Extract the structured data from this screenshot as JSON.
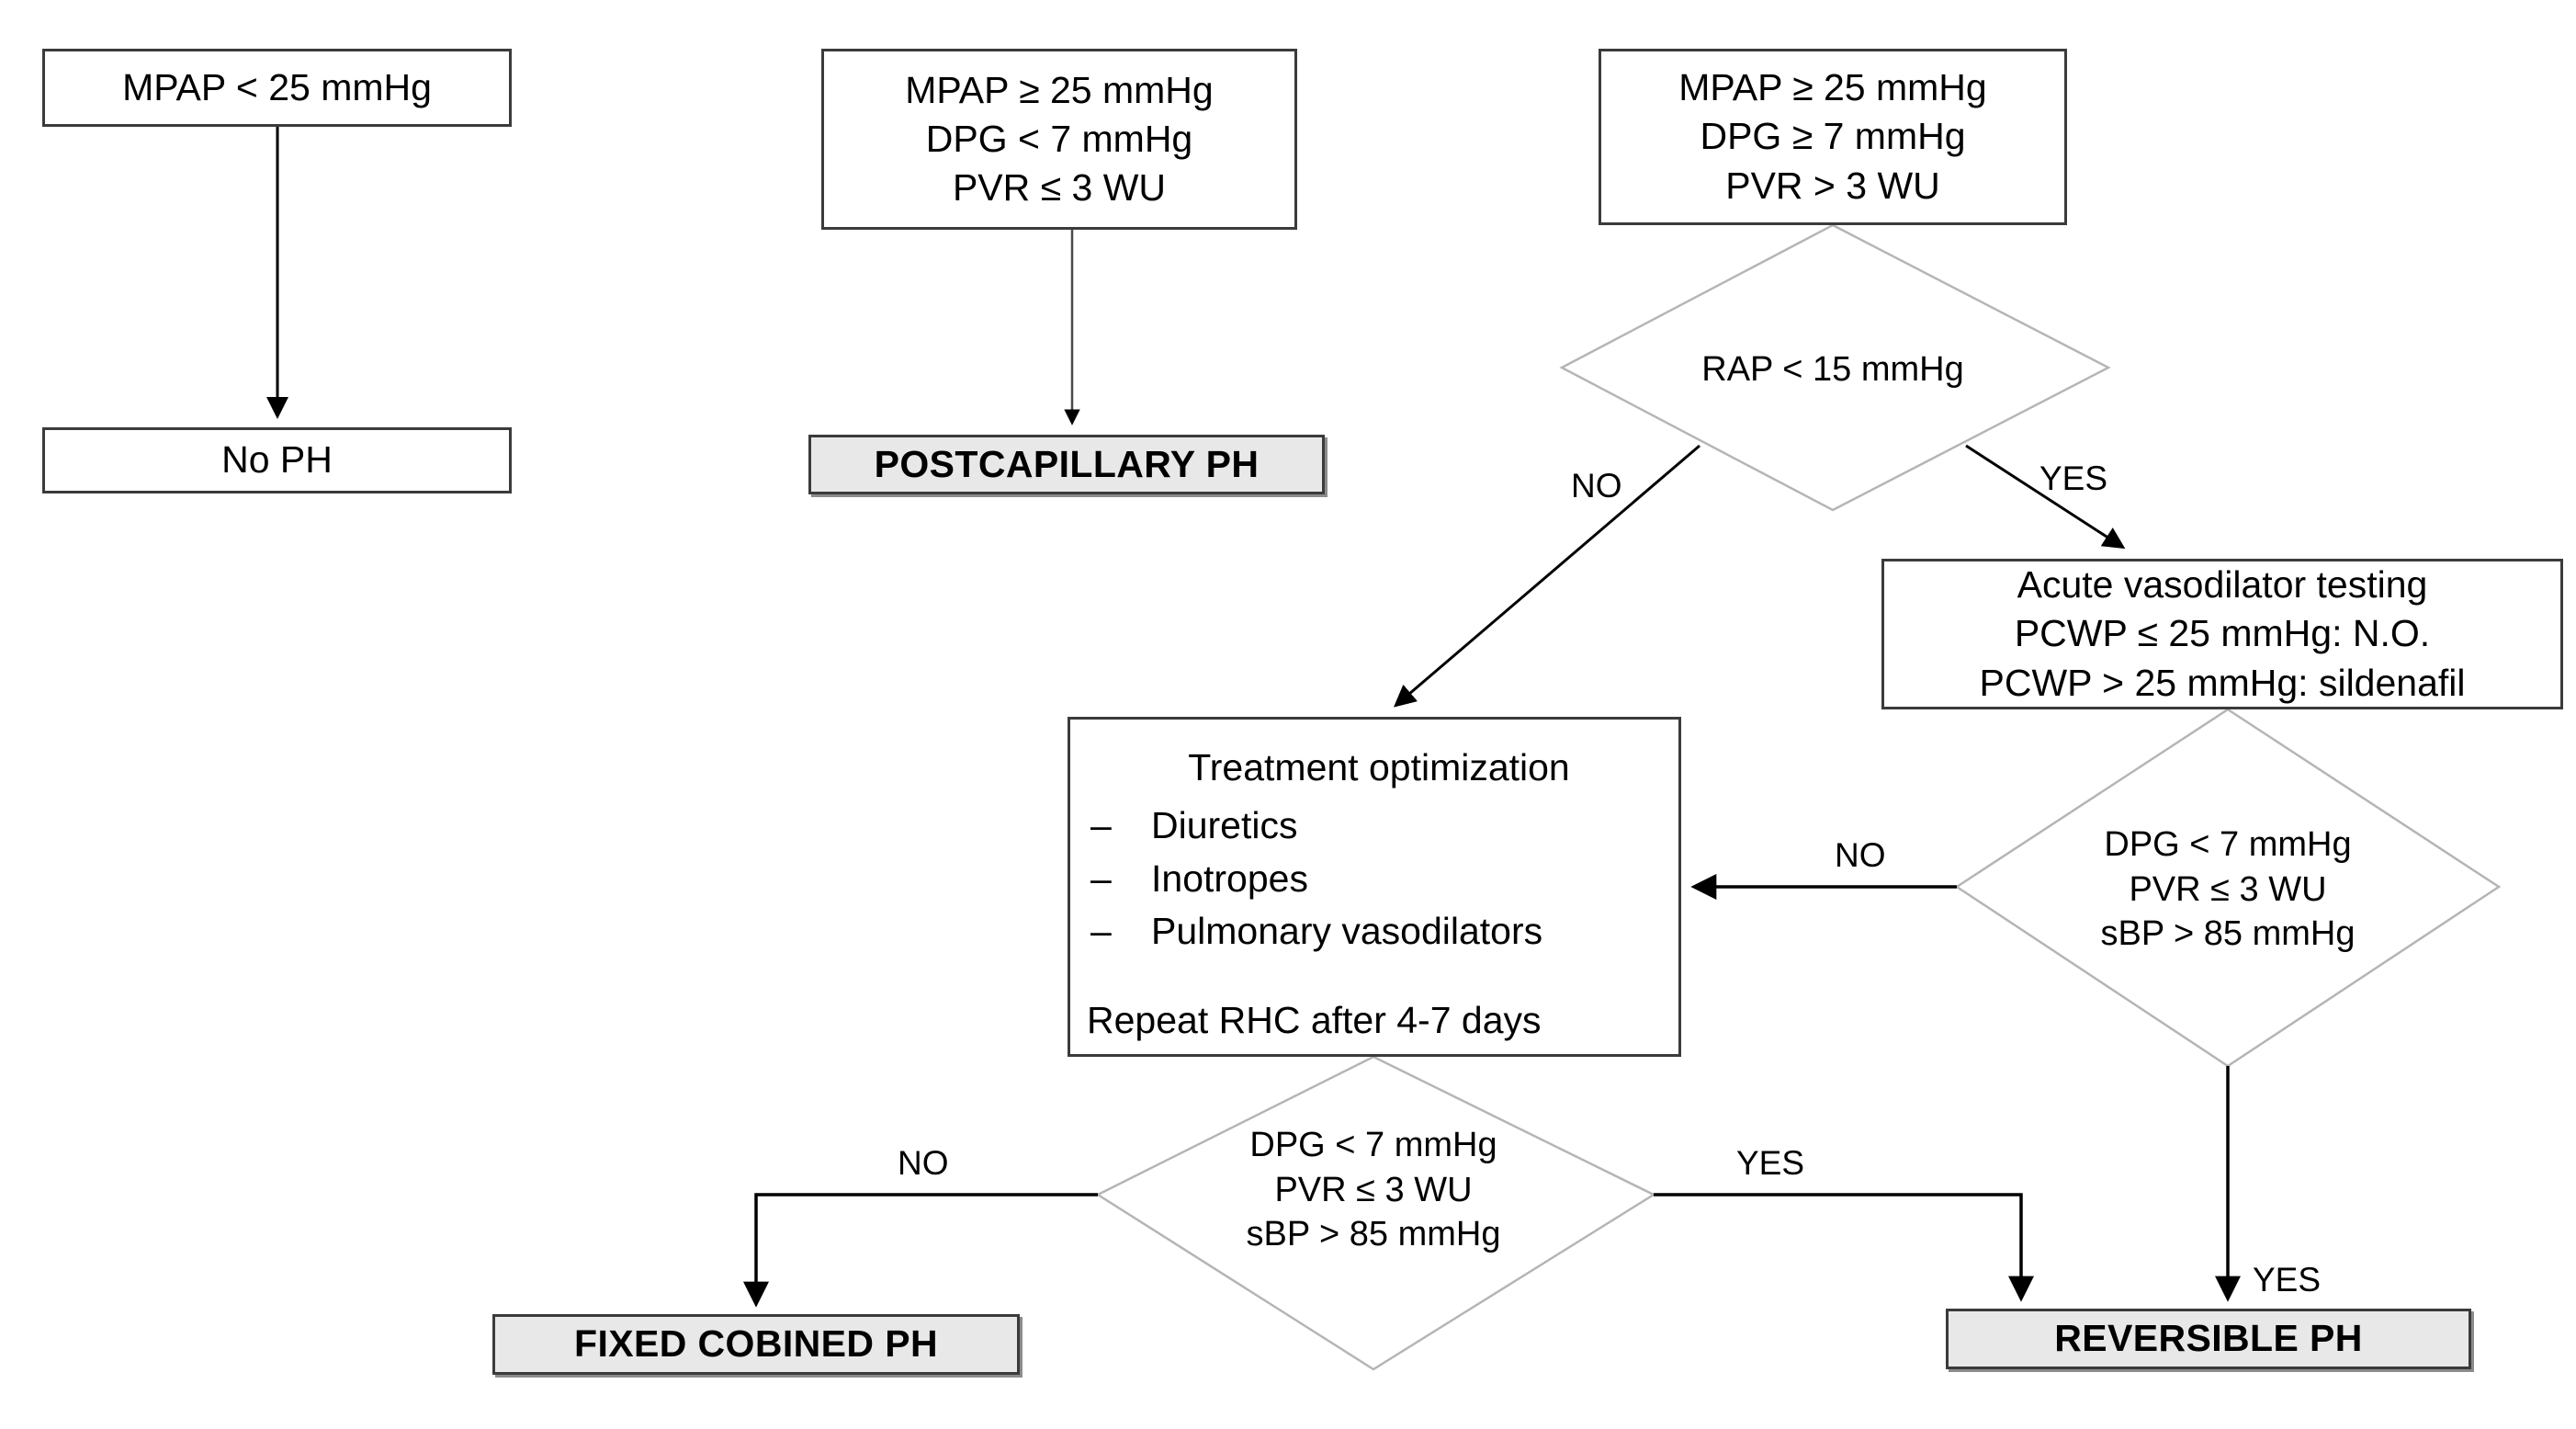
{
  "diagram": {
    "title": "Pulmonary hypertension diagnostic and treatment algorithm",
    "colors": {
      "node_border": "#3b3b3b",
      "node_fill": "#ffffff",
      "terminal_fill": "#e8e8e8",
      "diamond_stroke": "#b0b0b0",
      "edge_stroke": "#000000",
      "text": "#000000"
    }
  },
  "nodes": {
    "mpap_low": {
      "lines": [
        "MPAP < 25 mmHg"
      ]
    },
    "no_ph": {
      "lines": [
        "No PH"
      ]
    },
    "postcap_criteria": {
      "lines": [
        "MPAP ≥ 25 mmHg",
        "DPG < 7 mmHg",
        "PVR ≤ 3 WU"
      ]
    },
    "postcapillary_ph": {
      "lines": [
        "POSTCAPILLARY PH"
      ]
    },
    "precap_criteria": {
      "lines": [
        "MPAP ≥ 25 mmHg",
        "DPG ≥ 7 mmHg",
        "PVR > 3 WU"
      ]
    },
    "rap_decision": {
      "lines": [
        "RAP < 15 mmHg"
      ]
    },
    "vasodilator_testing": {
      "lines": [
        "Acute vasodilator testing",
        "PCWP ≤ 25 mmHg: N.O.",
        "PCWP > 25 mmHg: sildenafil"
      ]
    },
    "treatment": {
      "title": "Treatment optimization",
      "dash": "–",
      "bullets": [
        "Diuretics",
        "Inotropes",
        "Pulmonary vasodilators"
      ],
      "footer": "Repeat RHC after 4-7 days"
    },
    "reassess_right": {
      "lines": [
        "DPG < 7 mmHg",
        "PVR ≤ 3 WU",
        "sBP > 85 mmHg"
      ]
    },
    "reassess_bottom": {
      "lines": [
        "DPG < 7 mmHg",
        "PVR ≤ 3 WU",
        "sBP > 85 mmHg"
      ]
    },
    "fixed_combined_ph": {
      "lines": [
        "FIXED COBINED PH"
      ]
    },
    "reversible_ph": {
      "lines": [
        "REVERSIBLE PH"
      ]
    }
  },
  "edge_labels": {
    "rap_no": "NO",
    "rap_yes": "YES",
    "right_no": "NO",
    "right_yes": "YES",
    "bottom_no": "NO",
    "bottom_yes": "YES"
  }
}
